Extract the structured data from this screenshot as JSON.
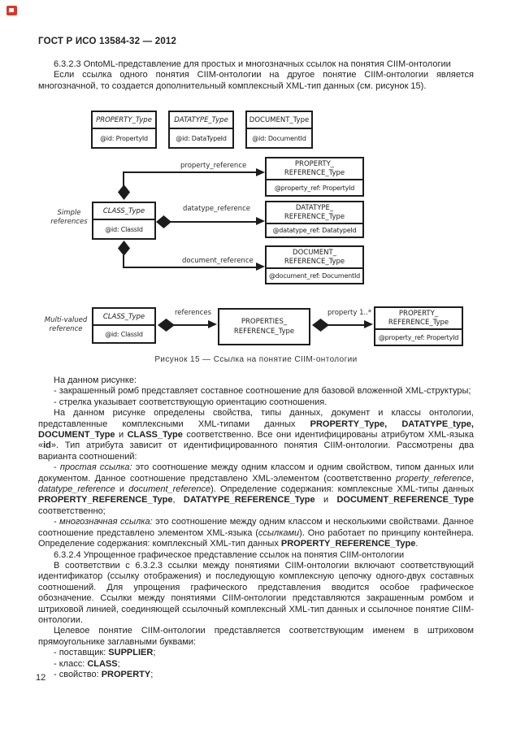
{
  "page": {
    "header": "ГОСТ Р ИСО 13584-32 — 2012",
    "page_number": "12"
  },
  "colors": {
    "ink": "#222222",
    "diagram_line": "#1d1d1d",
    "corner_icon_red": "#d9372a"
  },
  "intro": [
    {
      "runs": [
        {
          "t": "6.3.2.3 OntoML-представление для простых и многозначных ссылок на понятия CIIM-онтологии"
        }
      ]
    },
    {
      "runs": [
        {
          "t": "Если ссылка одного понятия CIIM-онтологии на другое понятие CIIM-онтологии является многозначной, то создается дополнительный комплексный XML-тип данных (см. рисунок 15)."
        }
      ]
    }
  ],
  "figure": {
    "caption": "Рисунок 15 — Ссылка на понятие CIIM-онтологии",
    "top_boxes": [
      {
        "title": "PROPERTY_Type",
        "attr": "@id: PropertyId"
      },
      {
        "title": "DATATYPE_Type",
        "attr": "@id: DataTypeId"
      },
      {
        "title": "DOCUMENT_Type",
        "attr": "@id: DocumentId"
      }
    ],
    "simple": {
      "label_line1": "Simple",
      "label_line2": "references",
      "class_box": {
        "title": "CLASS_Type",
        "attr": "@id: ClassId"
      },
      "arrow_labels": [
        "property_reference",
        "datatype_reference",
        "document_reference"
      ],
      "ref_boxes": [
        {
          "title1": "PROPERTY_",
          "title2": "REFERENCE_Type",
          "attr": "@property_ref: PropertyId"
        },
        {
          "title1": "DATATYPE_",
          "title2": "REFERENCE_Type",
          "attr": "@datatype_ref: DatatypeId"
        },
        {
          "title1": "DOCUMENT_",
          "title2": "REFERENCE_Type",
          "attr": "@document_ref: DocumentId"
        }
      ]
    },
    "multi": {
      "label_line1": "Multi-valued",
      "label_line2": "reference",
      "class_box": {
        "title": "CLASS_Type",
        "attr": "@id: ClassId"
      },
      "arrow1_label": "references",
      "container_box": {
        "title1": "PROPERTIES_",
        "title2": "REFERENCE_Type"
      },
      "arrow2_label": "property 1..*",
      "ref_box": {
        "title1": "PROPERTY_",
        "title2": "REFERENCE_Type",
        "attr": "@property_ref: PropertyId"
      }
    }
  },
  "body": [
    {
      "runs": [
        {
          "t": "На данном рисунке:"
        }
      ]
    },
    {
      "runs": [
        {
          "t": "- закрашенный ромб представляет составное соотношение для базовой вложенной XML-структуры;"
        }
      ]
    },
    {
      "runs": [
        {
          "t": "- стрелка указывает соответствующую ориентацию соотношения."
        }
      ]
    },
    {
      "runs": [
        {
          "t": "На данном рисунке определены свойства, типы данных, документ и классы онтологии, представленные комплексными XML-типами данных "
        },
        {
          "t": "PROPERTY_Type, DATATYPE_type, DOCUMENT_Type",
          "b": true
        },
        {
          "t": " и "
        },
        {
          "t": "CLASS_Type",
          "b": true
        },
        {
          "t": " соответственно. Все они идентифицированы атрибутом XML-языка «"
        },
        {
          "t": "id",
          "b": true
        },
        {
          "t": "». Тип атрибута зависит от идентифицированного понятия CIIM-онтологии. Рассмотрены два варианта соотношений:"
        }
      ]
    },
    {
      "runs": [
        {
          "t": "- "
        },
        {
          "t": "простая ссылка:",
          "i": true
        },
        {
          "t": " это соотношение между одним классом и одним свойством, типом данных или документом. Данное соотношение представлено XML-элементом (соответственно "
        },
        {
          "t": "property_reference",
          "i": true
        },
        {
          "t": ", "
        },
        {
          "t": "datatype_reference",
          "i": true
        },
        {
          "t": " и "
        },
        {
          "t": "document_reference",
          "i": true
        },
        {
          "t": "). Определение содержания: комплексные XML-типы данных "
        },
        {
          "t": "PROPERTY_REFERENCE_Type",
          "b": true
        },
        {
          "t": ", "
        },
        {
          "t": "DATATYPE_REFERENCE_Type",
          "b": true
        },
        {
          "t": " и "
        },
        {
          "t": "DOCUMENT_REFERENCE_Type",
          "b": true
        },
        {
          "t": " соответственно;"
        }
      ]
    },
    {
      "runs": [
        {
          "t": "- "
        },
        {
          "t": "многозначная ссылка:",
          "i": true
        },
        {
          "t": " это соотношение между одним классом и несколькими свойствами. Данное соотношение представлено элементом XML-языка ("
        },
        {
          "t": "ссылками",
          "i": true
        },
        {
          "t": "). Оно работает по принципу контейнера. Определение содержания: комплексный XML-тип данных "
        },
        {
          "t": "PROPERTY_REFERENCE_Type",
          "b": true
        },
        {
          "t": "."
        }
      ]
    },
    {
      "runs": [
        {
          "t": "6.3.2.4 Упрощенное графическое представление ссылок на понятия CIIM-онтологии"
        }
      ]
    },
    {
      "runs": [
        {
          "t": "В соответствии с 6.3.2.3 ссылки между понятиями CIIM-онтологии включают соответствующий идентификатор (ссылку отображения) и последующую комплексную цепочку одного-двух составных соотношений. Для упрощения графического представления вводится особое графическое обозначение. Ссылки между понятиями CIIM-онтологии представляются закрашенным ромбом и штриховой линией, соединяющей ссылочный комплексный XML-тип данных и ссылочное понятие CIIM-онтологии."
        }
      ]
    },
    {
      "runs": [
        {
          "t": "Целевое понятие CIIM-онтологии представляется соответствующим именем в штриховом прямоугольнике заглавными буквами:"
        }
      ]
    },
    {
      "runs": [
        {
          "t": "- поставщик: "
        },
        {
          "t": "SUPPLIER",
          "b": true
        },
        {
          "t": ";"
        }
      ]
    },
    {
      "runs": [
        {
          "t": "- класс: "
        },
        {
          "t": "CLASS",
          "b": true
        },
        {
          "t": ";"
        }
      ]
    },
    {
      "runs": [
        {
          "t": "- свойство: "
        },
        {
          "t": "PROPERTY",
          "b": true
        },
        {
          "t": ";"
        }
      ]
    }
  ]
}
